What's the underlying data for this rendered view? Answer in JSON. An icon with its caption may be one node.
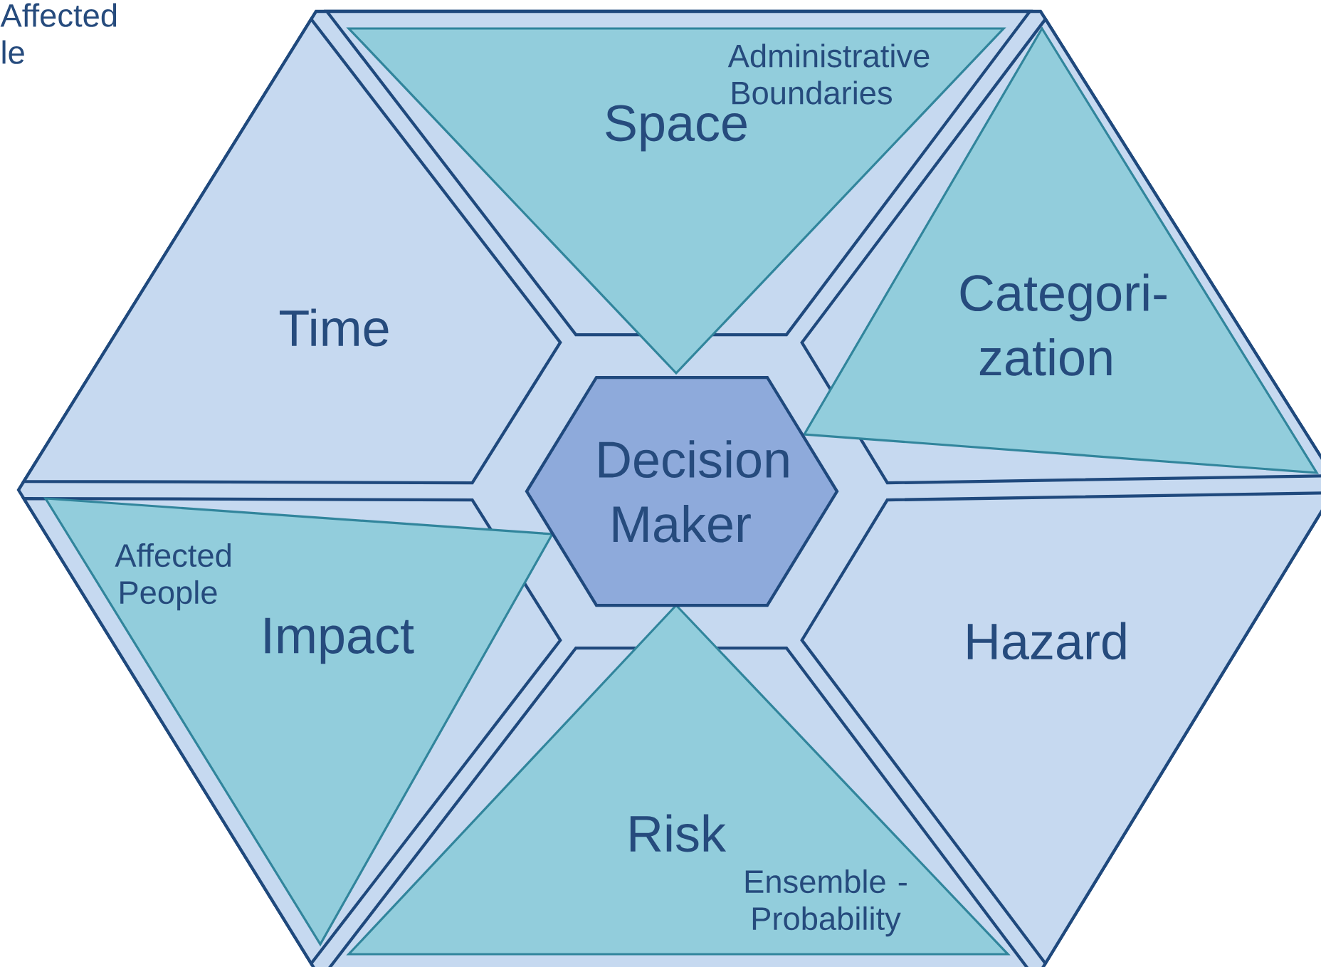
{
  "diagram": {
    "nodes": [
      {
        "text": [
          "Time"
        ]
      },
      {
        "text": [
          "Administrative Boundaries",
          "Space"
        ]
      },
      {
        "text": [
          "Categori- zation"
        ]
      },
      {
        "text": [
          "Decision Maker"
        ]
      },
      {
        "text": [
          "Affected People",
          "Impact"
        ]
      },
      {
        "text": [
          "Hazard"
        ]
      },
      {
        "text": [
          "Risk",
          "Ensemble - Probability"
        ]
      }
    ],
    "labels": [
      "Affected le"
    ]
  }
}
